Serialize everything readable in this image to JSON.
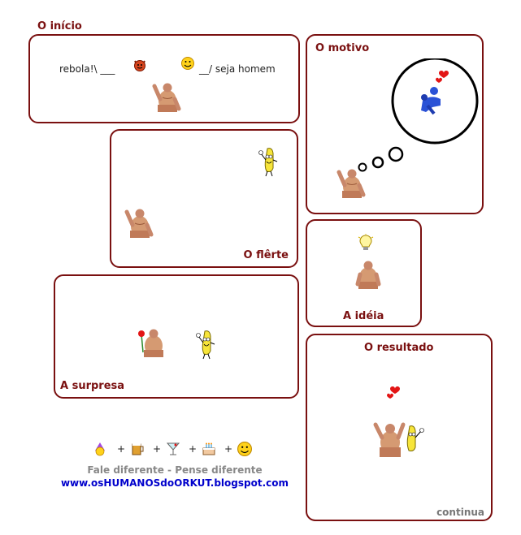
{
  "panels": {
    "inicio": {
      "title": "O início",
      "text_left": "rebola!\\ ___",
      "text_right": "__/ seja homem"
    },
    "motivo": {
      "title": "O motivo"
    },
    "flerte": {
      "title": "O flêrte"
    },
    "ideia": {
      "title": "A idéia"
    },
    "surpresa": {
      "title": "A surpresa"
    },
    "resultado": {
      "title": "O resultado",
      "more_link": "continua"
    }
  },
  "footer": {
    "plus_signs": [
      "+",
      "+",
      "+",
      "+"
    ],
    "tagline": "Fale diferente - Pense diferente",
    "url": "www.osHUMANOSdoORKUT.blogspot.com"
  },
  "colors": {
    "border": "#7a1010",
    "title": "#7a1010",
    "tagline": "#888888",
    "url": "#0000cc",
    "more_link": "#777777"
  }
}
